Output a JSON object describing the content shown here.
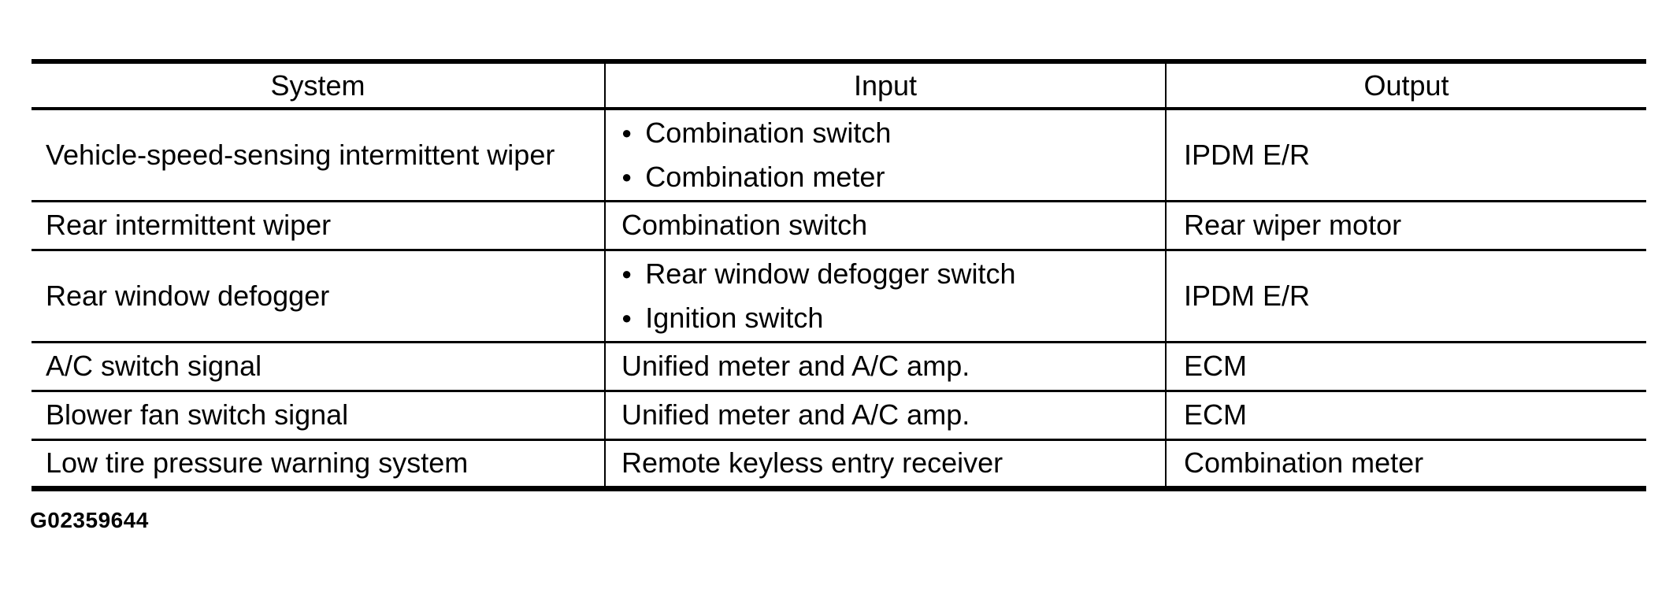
{
  "colors": {
    "text": "#000000",
    "background": "#ffffff",
    "border": "#000000"
  },
  "icons": {
    "bullet": "●"
  },
  "figure_id": "G02359644",
  "table": {
    "columns": [
      {
        "label": "System"
      },
      {
        "label": "Input"
      },
      {
        "label": "Output"
      }
    ],
    "rows": [
      {
        "system": "Vehicle-speed-sensing intermittent wiper",
        "inputs": [
          "Combination switch",
          "Combination meter"
        ],
        "bulleted": true,
        "output": "IPDM E/R"
      },
      {
        "system": "Rear intermittent wiper",
        "inputs": [
          "Combination switch"
        ],
        "bulleted": false,
        "output": "Rear wiper motor"
      },
      {
        "system": "Rear window defogger",
        "inputs": [
          "Rear window defogger switch",
          "Ignition switch"
        ],
        "bulleted": true,
        "output": "IPDM E/R"
      },
      {
        "system": "A/C switch signal",
        "inputs": [
          "Unified meter and A/C amp."
        ],
        "bulleted": false,
        "output": "ECM"
      },
      {
        "system": "Blower fan switch signal",
        "inputs": [
          "Unified meter and A/C amp."
        ],
        "bulleted": false,
        "output": "ECM"
      },
      {
        "system": "Low tire pressure warning system",
        "inputs": [
          "Remote keyless entry receiver"
        ],
        "bulleted": false,
        "output": "Combination meter"
      }
    ]
  }
}
